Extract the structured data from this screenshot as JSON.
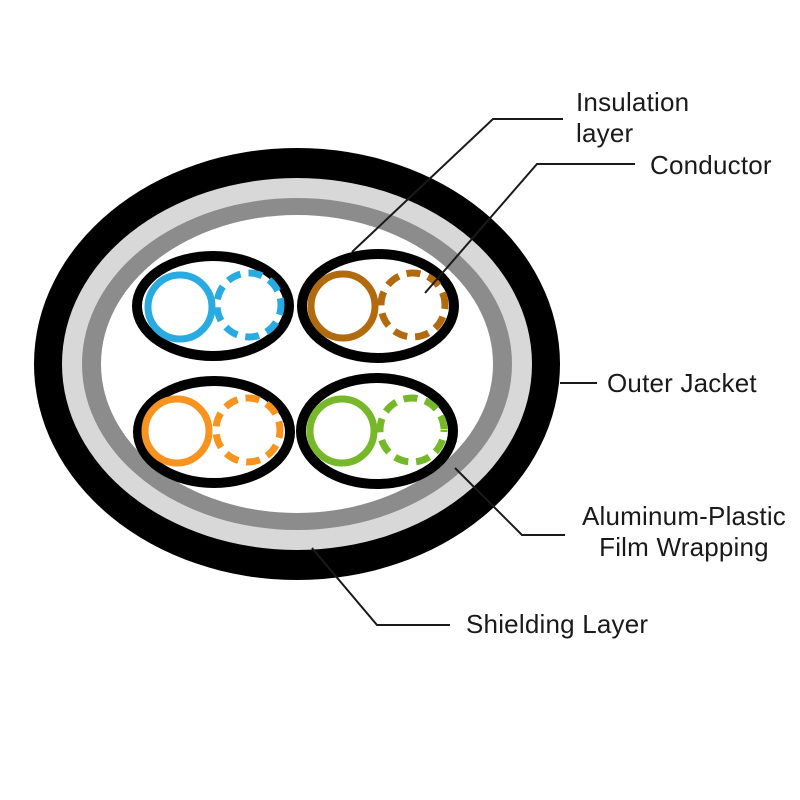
{
  "diagram": {
    "type": "cable-cross-section",
    "labels": {
      "insulation": "Insulation layer",
      "conductor": "Conductor",
      "outer_jacket": "Outer Jacket",
      "aluminum_film": "Aluminum-Plastic Film Wrapping",
      "shielding": "Shielding Layer"
    },
    "colors": {
      "outer_jacket": "#000000",
      "shielding_layer": "#D8D8D8",
      "aluminum_film": "#8C8C8C",
      "core_background": "#FFFFFF",
      "pair_outline": "#000000",
      "leader_line": "#1a1a1a",
      "pair_top_left_wire": "#29ABE2",
      "pair_top_right_wire": "#B26A0F",
      "pair_bottom_left_wire": "#F7931E",
      "pair_bottom_right_wire": "#76B82A"
    }
  }
}
